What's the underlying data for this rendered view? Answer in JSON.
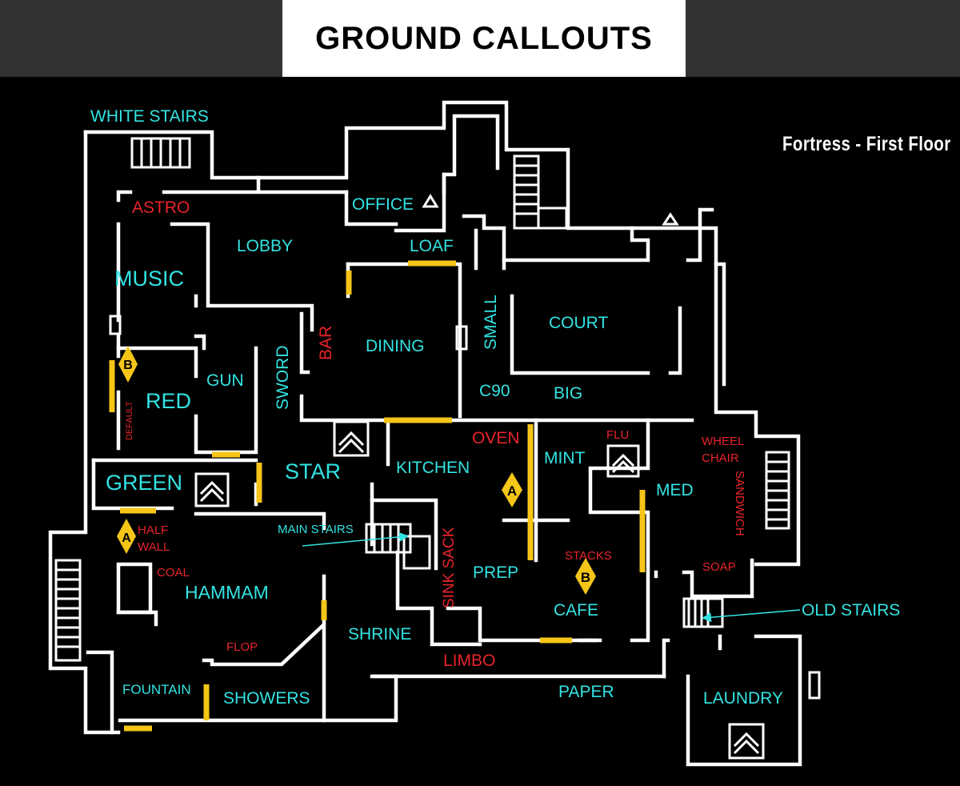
{
  "header": {
    "title": "GROUND CALLOUTS"
  },
  "map": {
    "floor_label": "Fortress - First Floor",
    "colors": {
      "callout": "#33e3e3",
      "sub_callout": "#e8232b",
      "wall": "#ffffff",
      "door": "#f5c518",
      "background": "#000000"
    },
    "bomb_sites": [
      {
        "letter": "A",
        "near": "KITCHEN / MINT"
      },
      {
        "letter": "A",
        "near": "HALF WALL"
      },
      {
        "letter": "B",
        "near": "DEFAULT / RED"
      },
      {
        "letter": "B",
        "near": "STACKS / CAFE"
      }
    ],
    "callouts": {
      "white_stairs": "WHITE STAIRS",
      "astro": "ASTRO",
      "office": "OFFICE",
      "lobby": "LOBBY",
      "loaf": "LOAF",
      "music": "MUSIC",
      "small": "SMALL",
      "court": "COURT",
      "bar": "BAR",
      "dining": "DINING",
      "sword": "SWORD",
      "gun": "GUN",
      "red": "RED",
      "c90": "C90",
      "big": "BIG",
      "default": "DEFAULT",
      "oven": "OVEN",
      "flu": "FLU",
      "wheel_chair_1": "WHEEL",
      "wheel_chair_2": "CHAIR",
      "mint": "MINT",
      "star": "STAR",
      "kitchen": "KITCHEN",
      "green": "GREEN",
      "med": "MED",
      "sandwich": "SANDWICH",
      "main_stairs": "MAIN STAIRS",
      "half_wall_1": "HALF",
      "half_wall_2": "WALL",
      "sink_sack": "SINK SACK",
      "stacks": "STACKS",
      "coal": "COAL",
      "prep": "PREP",
      "soap": "SOAP",
      "hammam": "HAMMAM",
      "cafe": "CAFE",
      "old_stairs": "OLD STAIRS",
      "shrine": "SHRINE",
      "flop": "FLOP",
      "limbo": "LIMBO",
      "fountain": "FOUNTAIN",
      "paper": "PAPER",
      "showers": "SHOWERS",
      "laundry": "LAUNDRY"
    }
  }
}
